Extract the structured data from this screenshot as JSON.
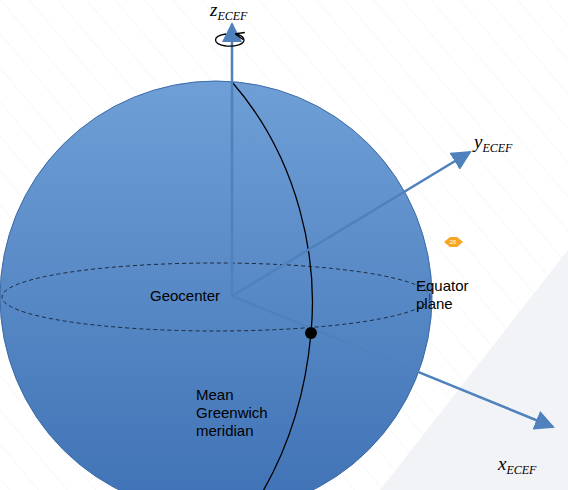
{
  "diagram": {
    "labels": [
      "zECEF",
      "yECEF",
      "Geocenter",
      "Equator plane",
      "xECEF",
      "Mean Greenwich meridian",
      "26"
    ]
  }
}
